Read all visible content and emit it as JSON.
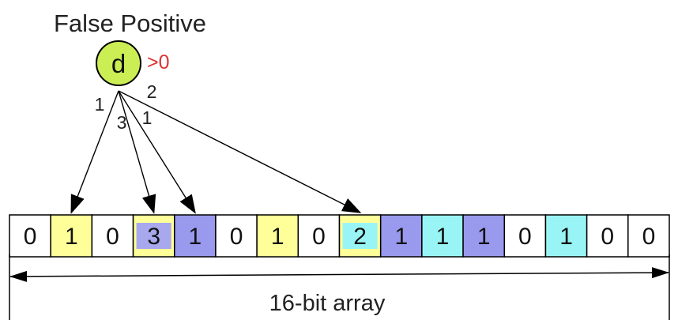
{
  "diagram": {
    "title": "False Positive",
    "element": {
      "label": "d",
      "annotation": ">0",
      "fill_color": "#ccee55",
      "annotation_color": "#dd3333"
    },
    "arrows": [
      {
        "label": "1",
        "target_index": 1
      },
      {
        "label": "3",
        "target_index": 3
      },
      {
        "label": "1",
        "target_index": 4
      },
      {
        "label": "2",
        "target_index": 8
      }
    ],
    "array": {
      "label": "16-bit array",
      "cells": [
        {
          "value": "0",
          "color": "#ffffff",
          "highlight": false
        },
        {
          "value": "1",
          "color": "#ffff99",
          "highlight": false
        },
        {
          "value": "0",
          "color": "#ffffff",
          "highlight": false
        },
        {
          "value": "3",
          "color": "#ffff99",
          "highlight": true,
          "highlight_color": "#a8a8ee"
        },
        {
          "value": "1",
          "color": "#9999ee",
          "highlight": false
        },
        {
          "value": "0",
          "color": "#ffffff",
          "highlight": false
        },
        {
          "value": "1",
          "color": "#ffff99",
          "highlight": false
        },
        {
          "value": "0",
          "color": "#ffffff",
          "highlight": false
        },
        {
          "value": "2",
          "color": "#ffff99",
          "highlight": true,
          "highlight_color": "#99f5f5"
        },
        {
          "value": "1",
          "color": "#9999ee",
          "highlight": false
        },
        {
          "value": "1",
          "color": "#99f5f5",
          "highlight": false
        },
        {
          "value": "1",
          "color": "#9999ee",
          "highlight": false
        },
        {
          "value": "0",
          "color": "#ffffff",
          "highlight": false
        },
        {
          "value": "1",
          "color": "#99f5f5",
          "highlight": false
        },
        {
          "value": "0",
          "color": "#ffffff",
          "highlight": false
        },
        {
          "value": "0",
          "color": "#ffffff",
          "highlight": false
        }
      ]
    }
  }
}
